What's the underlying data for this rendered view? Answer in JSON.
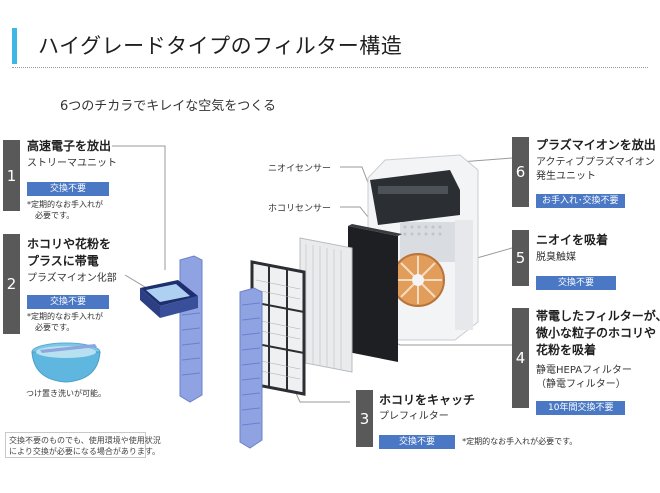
{
  "header": {
    "title": "ハイグレードタイプのフィルター構造",
    "subtitle": "6つのチカラでキレイな空気をつくる"
  },
  "features": [
    {
      "number": "1",
      "title_lines": [
        "高速電子を放出"
      ],
      "subtitle_lines": [
        "ストリーマユニット"
      ],
      "badge": "交換不要",
      "note_lines": [
        "*定期的なお手入れが",
        "必要です。"
      ]
    },
    {
      "number": "2",
      "title_lines": [
        "ホコリや花粉を",
        "プラスに帯電"
      ],
      "subtitle_lines": [
        "プラズマイオン化部"
      ],
      "badge": "交換不要",
      "note_lines": [
        "*定期的なお手入れが",
        "必要です。"
      ]
    },
    {
      "number": "3",
      "title_lines": [
        "ホコリをキャッチ"
      ],
      "subtitle_lines": [
        "プレフィルター"
      ],
      "badge": "交換不要",
      "note_lines": [
        "*定期的なお手入れが必要です。"
      ]
    },
    {
      "number": "4",
      "title_lines": [
        "帯電したフィルターが、",
        "微小な粒子のホコリや",
        "花粉を吸着"
      ],
      "subtitle_lines": [
        "静電HEPAフィルター",
        "（静電フィルター）"
      ],
      "badge": "10年間交換不要",
      "note_lines": []
    },
    {
      "number": "5",
      "title_lines": [
        "ニオイを吸着"
      ],
      "subtitle_lines": [
        "脱臭触媒"
      ],
      "badge": "交換不要",
      "note_lines": []
    },
    {
      "number": "6",
      "title_lines": [
        "プラズマイオンを放出"
      ],
      "subtitle_lines": [
        "アクティブプラズマイオン",
        "発生ユニット"
      ],
      "badge": "お手入れ･交換不要",
      "note_lines": []
    }
  ],
  "sensors": {
    "odor": "ニオイセンサー",
    "dust": "ホコリセンサー"
  },
  "wash_caption": "つけ置き洗いが可能。",
  "footnote": [
    "交換不要のものでも、使用環境や使用状況",
    "により交換が必要になる場合があります。"
  ],
  "colors": {
    "accent": "#3db7e4",
    "badge": "#4a78c4",
    "number_box": "#595959"
  }
}
